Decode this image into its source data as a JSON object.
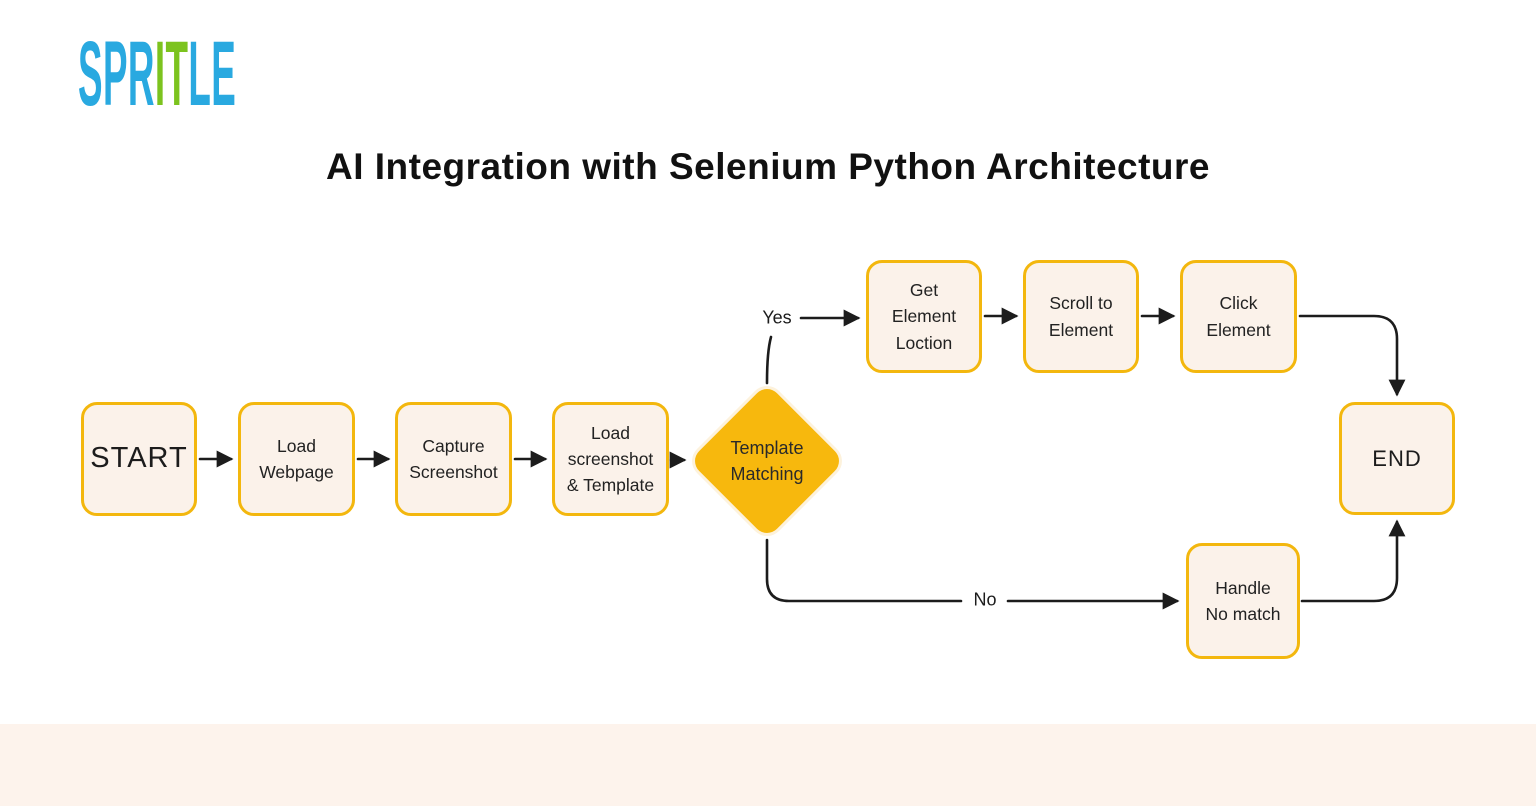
{
  "logo": {
    "part_blue_1": "SPR",
    "part_green": "IT",
    "part_blue_2": "LE",
    "blue": "#29A9E0",
    "green": "#7CC31E"
  },
  "title": "AI Integration with Selenium Python Architecture",
  "flowchart": {
    "nodes": [
      {
        "id": "start",
        "label": "START",
        "shape": "rounded-square"
      },
      {
        "id": "load-webpage",
        "label": "Load\nWebpage",
        "shape": "rounded-square"
      },
      {
        "id": "capture-screenshot",
        "label": "Capture\nScreenshot",
        "shape": "rounded-square"
      },
      {
        "id": "load-screenshot-template",
        "label": "Load\nscreenshot\n& Template",
        "shape": "rounded-square"
      },
      {
        "id": "template-matching",
        "label": "Template\nMatching",
        "shape": "diamond"
      },
      {
        "id": "get-element-loction",
        "label": "Get\nElement\nLoction",
        "shape": "rounded-square"
      },
      {
        "id": "scroll-to-element",
        "label": "Scroll to\nElement",
        "shape": "rounded-square"
      },
      {
        "id": "click-element",
        "label": "Click\nElement",
        "shape": "rounded-square"
      },
      {
        "id": "end",
        "label": "END",
        "shape": "rounded-square"
      },
      {
        "id": "handle-no-match",
        "label": "Handle\nNo match",
        "shape": "rounded-square"
      }
    ],
    "edges": [
      {
        "from": "start",
        "to": "load-webpage",
        "label": ""
      },
      {
        "from": "load-webpage",
        "to": "capture-screenshot",
        "label": ""
      },
      {
        "from": "capture-screenshot",
        "to": "load-screenshot-template",
        "label": ""
      },
      {
        "from": "load-screenshot-template",
        "to": "template-matching",
        "label": ""
      },
      {
        "from": "template-matching",
        "to": "get-element-loction",
        "label": "Yes"
      },
      {
        "from": "get-element-loction",
        "to": "scroll-to-element",
        "label": ""
      },
      {
        "from": "scroll-to-element",
        "to": "click-element",
        "label": ""
      },
      {
        "from": "click-element",
        "to": "end",
        "label": ""
      },
      {
        "from": "template-matching",
        "to": "handle-no-match",
        "label": "No"
      },
      {
        "from": "handle-no-match",
        "to": "end",
        "label": ""
      }
    ],
    "edge_labels": {
      "yes": "Yes",
      "no": "No"
    },
    "colors": {
      "node_border": "#F3B70E",
      "node_fill": "#FBF2EA",
      "diamond_fill": "#F7B80D",
      "line": "#1C1C1C",
      "footer_strip": "#FDF3EC",
      "logo_blue": "#29A9E0",
      "logo_green": "#7CC31E",
      "title_text": "#111111"
    }
  }
}
